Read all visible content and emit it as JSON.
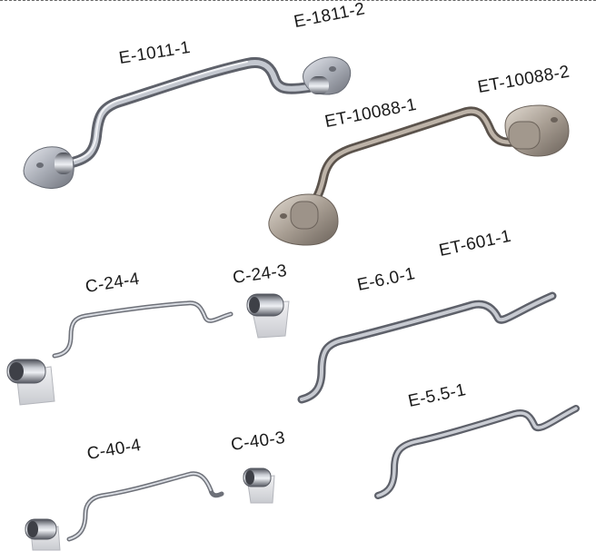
{
  "labels": {
    "e_1011_1": "E-1011-1",
    "e_1811_2": "E-1811-2",
    "et_10088_1": "ET-10088-1",
    "et_10088_2": "ET-10088-2",
    "c_24_4": "C-24-4",
    "c_24_3": "C-24-3",
    "e_6_0_1": "E-6.0-1",
    "et_601_1": "ET-601-1",
    "e_5_5_1": "E-5.5-1",
    "c_40_4": "C-40-4",
    "c_40_3": "C-40-3"
  },
  "colors": {
    "steel_light": "#d8dbe2",
    "steel_mid": "#9a9ea8",
    "steel_dark": "#5e616a",
    "bronze_light": "#cfc6bb",
    "bronze_mid": "#8b8177",
    "bronze_dark": "#5b534c"
  }
}
